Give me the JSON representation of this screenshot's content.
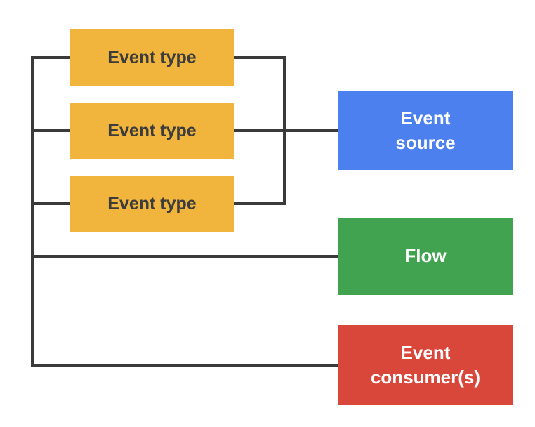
{
  "diagram": {
    "event_types": [
      {
        "label": "Event type"
      },
      {
        "label": "Event type"
      },
      {
        "label": "Event type"
      }
    ],
    "event_source": {
      "lines": [
        "Event",
        "source"
      ]
    },
    "flow": {
      "lines": [
        "Flow"
      ]
    },
    "event_consumers": {
      "lines": [
        "Event",
        "consumer(s)"
      ]
    },
    "colors": {
      "event_type_bg": "#F1B53D",
      "event_type_text": "#3C3C3C",
      "event_source_bg": "#4C80EE",
      "flow_bg": "#41A350",
      "event_consumer_bg": "#D9473B",
      "connector": "#3A3A3A",
      "light_text": "#FFFFFF"
    }
  }
}
